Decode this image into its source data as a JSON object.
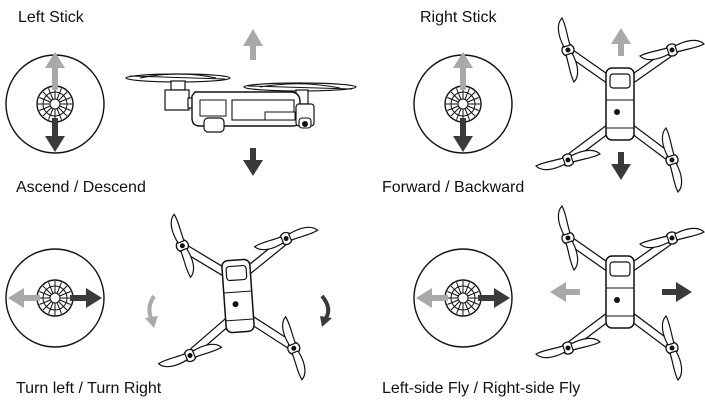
{
  "headers": {
    "left_stick": "Left Stick",
    "right_stick": "Right Stick"
  },
  "captions": {
    "ascend_descend": "Ascend / Descend",
    "forward_backward": "Forward / Backward",
    "turn": "Turn left / Turn Right",
    "side_fly": "Left-side Fly / Right-side Fly"
  },
  "colors": {
    "dark_arrow": "#3a3a3a",
    "light_arrow": "#a9a9a9",
    "outline": "#111111"
  }
}
